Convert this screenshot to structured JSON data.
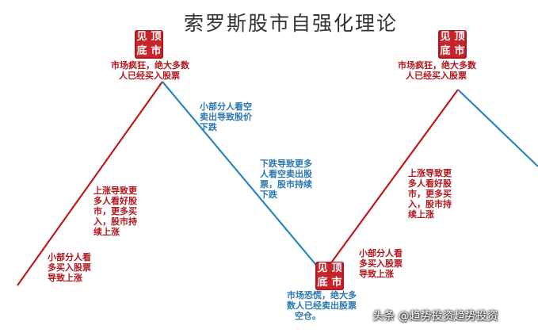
{
  "title": "索罗斯股市自强化理论",
  "seal_chars": [
    "见",
    "顶",
    "底",
    "市"
  ],
  "seal_chars_bottom": [
    "见",
    "顶",
    "底",
    "市"
  ],
  "notes": {
    "peak1": [
      "市场疯狂，绝大多数",
      "人已经买入股票"
    ],
    "peak2": [
      "市场疯狂，绝大多数",
      "人已经买入股票"
    ],
    "down1": [
      "小部分人看空",
      "卖出导致股价",
      "下跌"
    ],
    "down2": [
      "下跌导致更多",
      "人看空卖出股",
      "票，股市持续",
      "下跌"
    ],
    "up1": [
      "上涨导致更",
      "多人看好股",
      "市，更多买",
      "入，股市持",
      "续上涨"
    ],
    "up_low1": [
      "小部分人看",
      "多买入股票",
      "导致上涨"
    ],
    "up2": [
      "上涨导致更",
      "多人看好股",
      "市，更多买",
      "入，股市持",
      "续上涨"
    ],
    "up_low2": [
      "小部分人看",
      "多买入股票",
      "导致上涨"
    ],
    "bottom": [
      "市场恐慌，绝大多",
      "数人已经卖出股票",
      "空仓。"
    ]
  },
  "watermark": "头条 @趋势投资趋势投资",
  "colors": {
    "up_line": "#c0181f",
    "down_line": "#2a86c0",
    "seal": "#c8242b"
  }
}
